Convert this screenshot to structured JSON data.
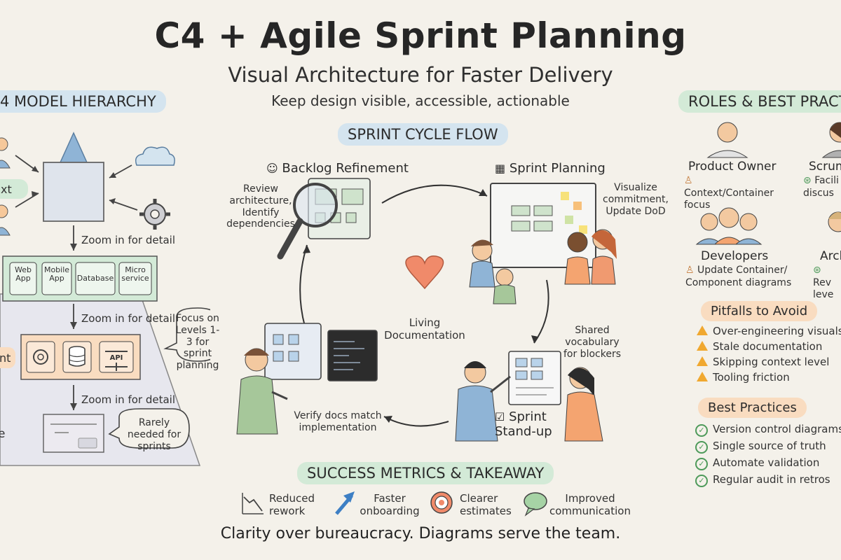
{
  "header": {
    "title": "C4 + Agile Sprint Planning",
    "subtitle": "Visual Architecture for Faster Delivery",
    "tagline": "Keep design visible, accessible, actionable"
  },
  "hierarchy": {
    "heading": "4 MODEL HIERARCHY",
    "context_fragment": "xt",
    "container_fragment": "nt",
    "code_fragment": "e",
    "zoom_1": "Zoom in for detail",
    "zoom_2": "Zoom in for detail",
    "zoom_3": "Zoom in for detail",
    "containers": [
      "Web App",
      "Mobile App",
      "Database",
      "Micro service"
    ],
    "api_label": "API",
    "focus_callout": "Focus on Levels 1-3 for sprint planning",
    "rarely_callout": "Rarely needed for sprints"
  },
  "cycle": {
    "heading": "SPRINT CYCLE FLOW",
    "backlog_title": "Backlog Refinement",
    "backlog_desc": "Review architecture, Identify dependencies",
    "planning_title": "Sprint Planning",
    "planning_desc": "Visualize commitment, Update DoD",
    "center_label": "Living Documentation",
    "standup_title": "Sprint Stand-up",
    "standup_desc": "Shared vocabulary for blockers",
    "review_desc": "Verify docs match implementation"
  },
  "metrics": {
    "heading": "SUCCESS METRICS & TAKEAWAY",
    "items": [
      {
        "label": "Reduced rework",
        "icon": "trend-down-icon"
      },
      {
        "label": "Faster onboarding",
        "icon": "arrow-up-icon"
      },
      {
        "label": "Clearer estimates",
        "icon": "target-icon"
      },
      {
        "label": "Improved communication",
        "icon": "speech-bubble-icon"
      }
    ],
    "takeaway": "Clarity over bureaucracy. Diagrams serve the team."
  },
  "roles": {
    "heading": "ROLES & BEST PRACTI",
    "product_owner": {
      "name": "Product Owner",
      "desc": "Context/Container focus"
    },
    "scrum": {
      "name": "Scrum",
      "desc": "Facili discus"
    },
    "developers": {
      "name": "Developers",
      "desc": "Update Container/ Component diagrams"
    },
    "architect": {
      "name": "Arch",
      "desc": "Rev leve"
    },
    "pitfalls_heading": "Pitfalls to Avoid",
    "pitfalls": [
      "Over-engineering visuals",
      "Stale documentation",
      "Skipping context level",
      "Tooling friction"
    ],
    "practices_heading": "Best Practices",
    "practices": [
      "Version control diagrams as",
      "Single source of truth",
      "Automate validation",
      "Regular audit in retros"
    ]
  },
  "colors": {
    "accent_blue": "#d4e4ef",
    "accent_green": "#d3ead7",
    "accent_orange": "#f9dcc0",
    "heart": "#f08a6a",
    "warning": "#f0a830",
    "check": "#4e9a5a"
  }
}
